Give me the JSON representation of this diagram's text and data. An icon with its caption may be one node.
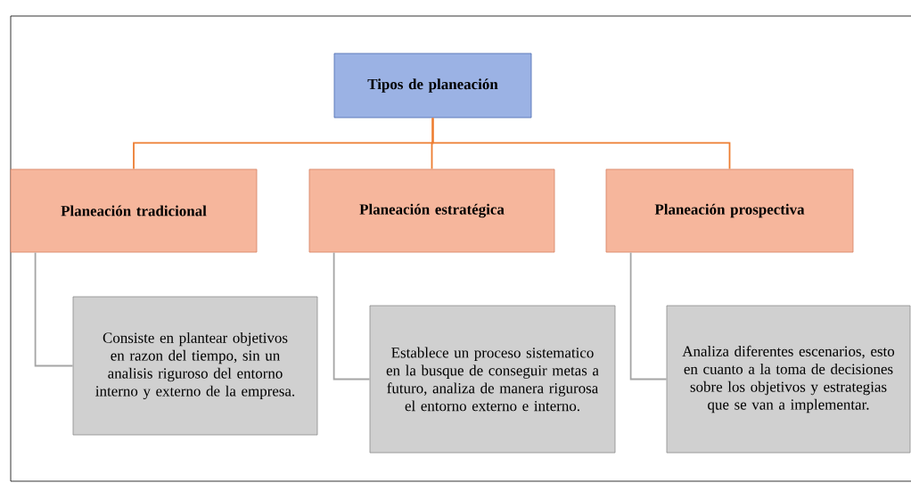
{
  "diagram": {
    "nodes": [
      {
        "text": [
          "Tipos de planeación"
        ]
      },
      {
        "text": [
          "Planeación tradicional"
        ]
      },
      {
        "text": [
          "Planeación estratégica"
        ]
      },
      {
        "text": [
          "Planeación prospectiva"
        ]
      },
      {
        "text": [
          "Consiste en plantear objetivos en razon del tiempo, sin un analisis riguroso del entorno interno y externo de la empresa."
        ]
      },
      {
        "text": [
          "Establece un proceso sistematico  en la busque de conseguir metas a futuro, analiza de manera rigurosa el entorno externo e interno."
        ]
      },
      {
        "text": [
          "Analiza diferentes escenarios, esto en cuanto a la toma de decisiones sobre los objetivos y estrategias que se van a implementar."
        ]
      }
    ],
    "edges": [
      {
        "from": 0,
        "to": 1,
        "arrow": "none",
        "color": "#ed7d31"
      },
      {
        "from": 0,
        "to": 2,
        "arrow": "none",
        "color": "#ed7d31"
      },
      {
        "from": 0,
        "to": 3,
        "arrow": "none",
        "color": "#ed7d31"
      },
      {
        "from": 1,
        "to": 4,
        "arrow": "none",
        "color": "#a5a5a5"
      },
      {
        "from": 2,
        "to": 5,
        "arrow": "none",
        "color": "#a5a5a5"
      },
      {
        "from": 3,
        "to": 6,
        "arrow": "none",
        "color": "#a5a5a5"
      }
    ]
  }
}
